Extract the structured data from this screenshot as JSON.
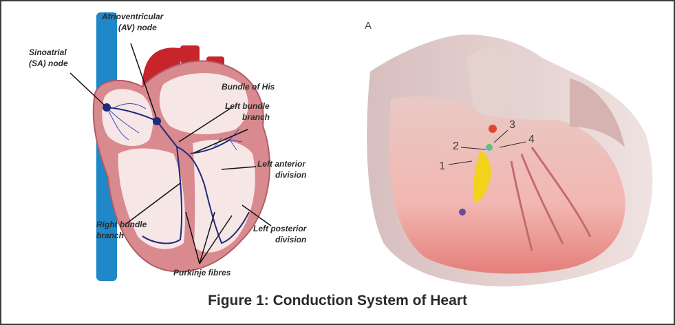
{
  "left_diagram": {
    "labels": {
      "sa_node": [
        "Sinoatrial",
        "(SA) node"
      ],
      "av_node": [
        "Atrioventricular",
        "(AV) node"
      ],
      "bundle_of_his": "Bundle of His",
      "left_bundle_branch": [
        "Left bundle",
        "branch"
      ],
      "left_anterior_division": [
        "Left anterior",
        "division"
      ],
      "right_bundle_branch": [
        "Right bundle",
        "branch"
      ],
      "left_posterior_division": [
        "Left posterior",
        "division"
      ],
      "purkinje_fibres": "Purkinje fibres"
    }
  },
  "right_illustration": {
    "panel_letter": "A",
    "numbers": [
      "1",
      "2",
      "3",
      "4"
    ]
  },
  "caption": "Figure 1: Conduction System of Heart",
  "colors": {
    "vein_blue": "#1e88c8",
    "artery_red": "#c8242c",
    "myocardium_pink": "#d98a8f",
    "chamber_fill": "#f7e6e6",
    "conduction_navy": "#1d2a7a"
  }
}
